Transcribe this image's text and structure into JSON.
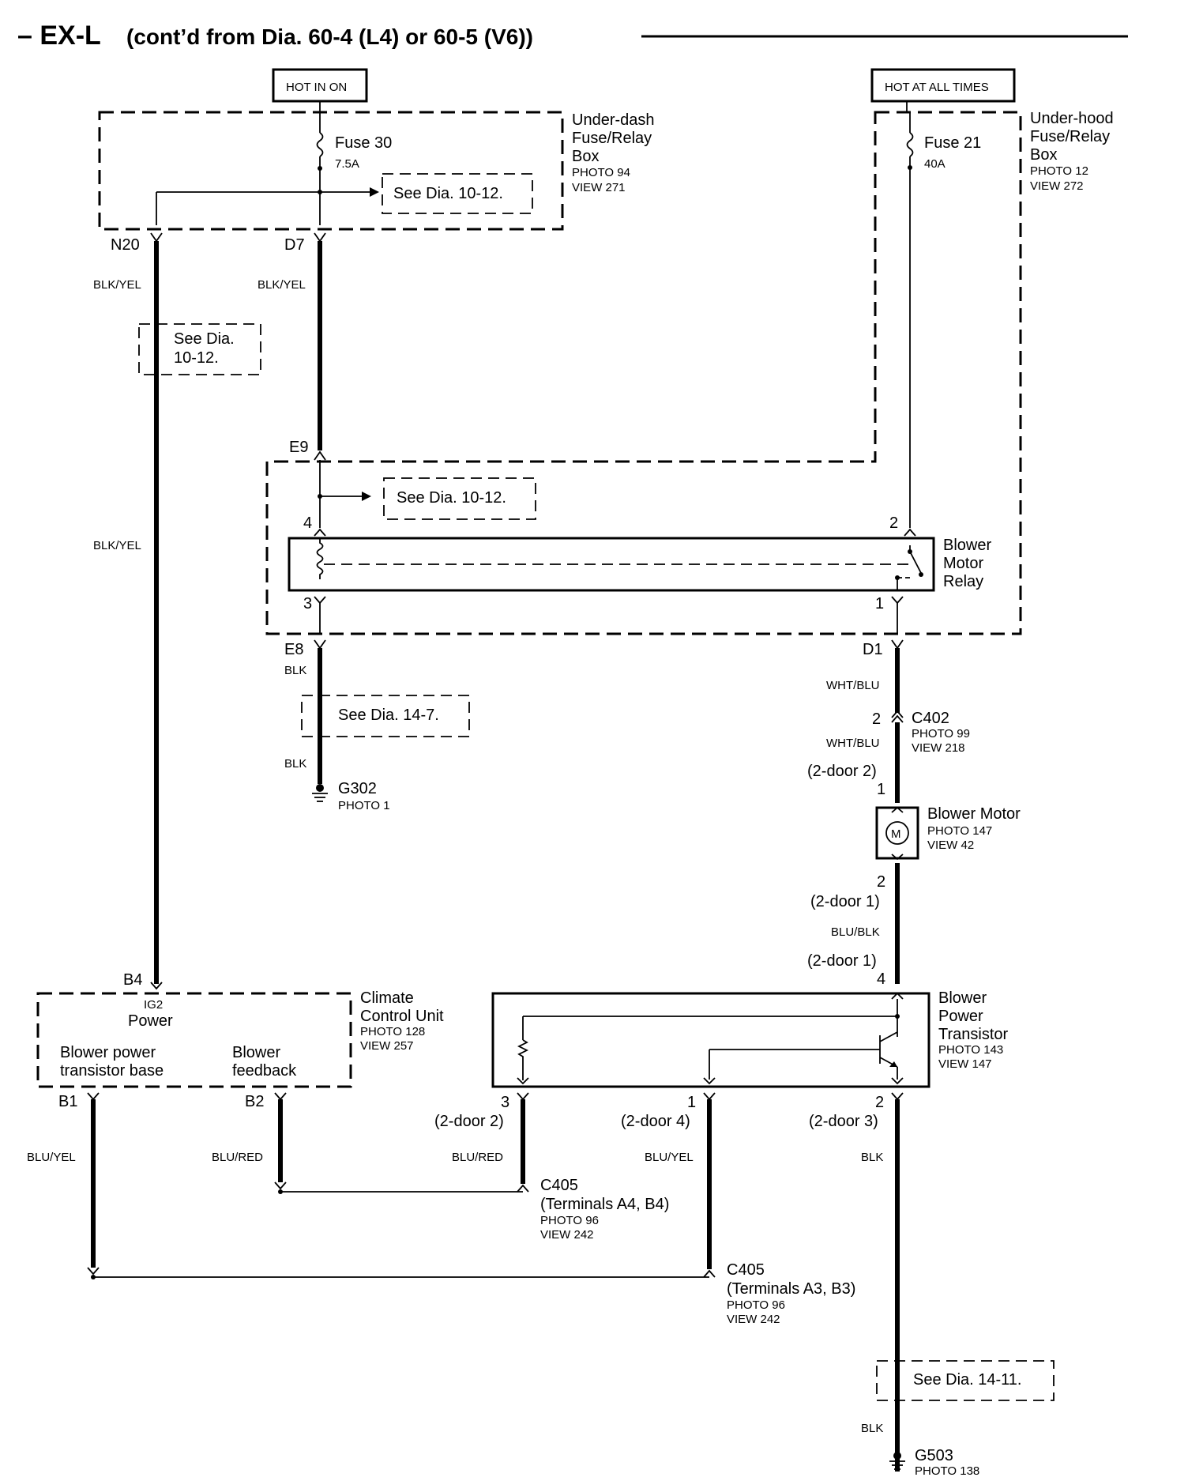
{
  "header": {
    "title_main": "– EX-L",
    "title_sub": "(cont’d from Dia.  60-4 (L4) or 60-5 (V6))"
  },
  "power_labels": {
    "hot_in_on": "HOT IN ON",
    "hot_at_all_times": "HOT AT ALL TIMES"
  },
  "underdash_box": {
    "name_line1": "Under-dash",
    "name_line2": "Fuse/Relay",
    "name_line3": "Box",
    "photo": "PHOTO 94",
    "view": "VIEW 271",
    "fuse_name": "Fuse 30",
    "fuse_rating": "7.5A"
  },
  "underhood_box": {
    "name_line1": "Under-hood",
    "name_line2": "Fuse/Relay",
    "name_line3": "Box",
    "photo": "PHOTO 12",
    "view": "VIEW 272",
    "fuse_name": "Fuse 21",
    "fuse_rating": "40A"
  },
  "references": {
    "dia_10_12": "See Dia. 10-12.",
    "dia_10_12_line1": "See Dia.",
    "dia_10_12_line2": "10-12.",
    "dia_14_7": "See Dia. 14-7.",
    "dia_14_11": "See Dia. 14-11."
  },
  "terminals": {
    "n20": "N20",
    "d7": "D7",
    "e9": "E9",
    "e8": "E8",
    "d1": "D1",
    "b4": "B4",
    "b1": "B1",
    "b2": "B2",
    "relay_4": "4",
    "relay_2": "2",
    "relay_3": "3",
    "relay_1": "1",
    "c402_pin": "2",
    "motor_pin1": "1",
    "motor_pin2": "2",
    "bpt_pin4": "4",
    "bpt_pin3": "3",
    "bpt_pin1": "1",
    "bpt_pin2": "2"
  },
  "wire_colors": {
    "blk_yel": "BLK/YEL",
    "blk": "BLK",
    "wht_blu": "WHT/BLU",
    "blu_blk": "BLU/BLK",
    "blu_yel": "BLU/YEL",
    "blu_red": "BLU/RED"
  },
  "relay": {
    "name_line1": "Blower",
    "name_line2": "Motor",
    "name_line3": "Relay"
  },
  "ground_g302": {
    "name": "G302",
    "photo": "PHOTO 1"
  },
  "ground_g503": {
    "name": "G503",
    "photo": "PHOTO 138"
  },
  "c402": {
    "name": "C402",
    "photo": "PHOTO 99",
    "view": "VIEW 218"
  },
  "door_notes": {
    "door_2_motor": "(2-door 2)",
    "door_1_motor": "(2-door 1)",
    "door_1_bpt": "(2-door 1)",
    "door_2_bpt": "(2-door 2)",
    "door_4_bpt": "(2-door 4)",
    "door_3_bpt": "(2-door 3)"
  },
  "blower_motor": {
    "name": "Blower Motor",
    "photo": "PHOTO 147",
    "view": "VIEW 42",
    "symbol": "M"
  },
  "climate_control_unit": {
    "name_line1": "Climate",
    "name_line2": "Control Unit",
    "photo": "PHOTO 128",
    "view": "VIEW 257",
    "ig2": "IG2",
    "power": "Power",
    "base_line1": "Blower power",
    "base_line2": "transistor base",
    "feedback_line1": "Blower",
    "feedback_line2": "feedback"
  },
  "blower_power_transistor": {
    "name_line1": "Blower",
    "name_line2": "Power",
    "name_line3": "Transistor",
    "photo": "PHOTO 143",
    "view": "VIEW 147"
  },
  "c405_a4b4": {
    "name": "C405",
    "terminals": "(Terminals A4, B4)",
    "photo": "PHOTO 96",
    "view": "VIEW 242"
  },
  "c405_a3b3": {
    "name": "C405",
    "terminals": "(Terminals A3, B3)",
    "photo": "PHOTO 96",
    "view": "VIEW 242"
  }
}
